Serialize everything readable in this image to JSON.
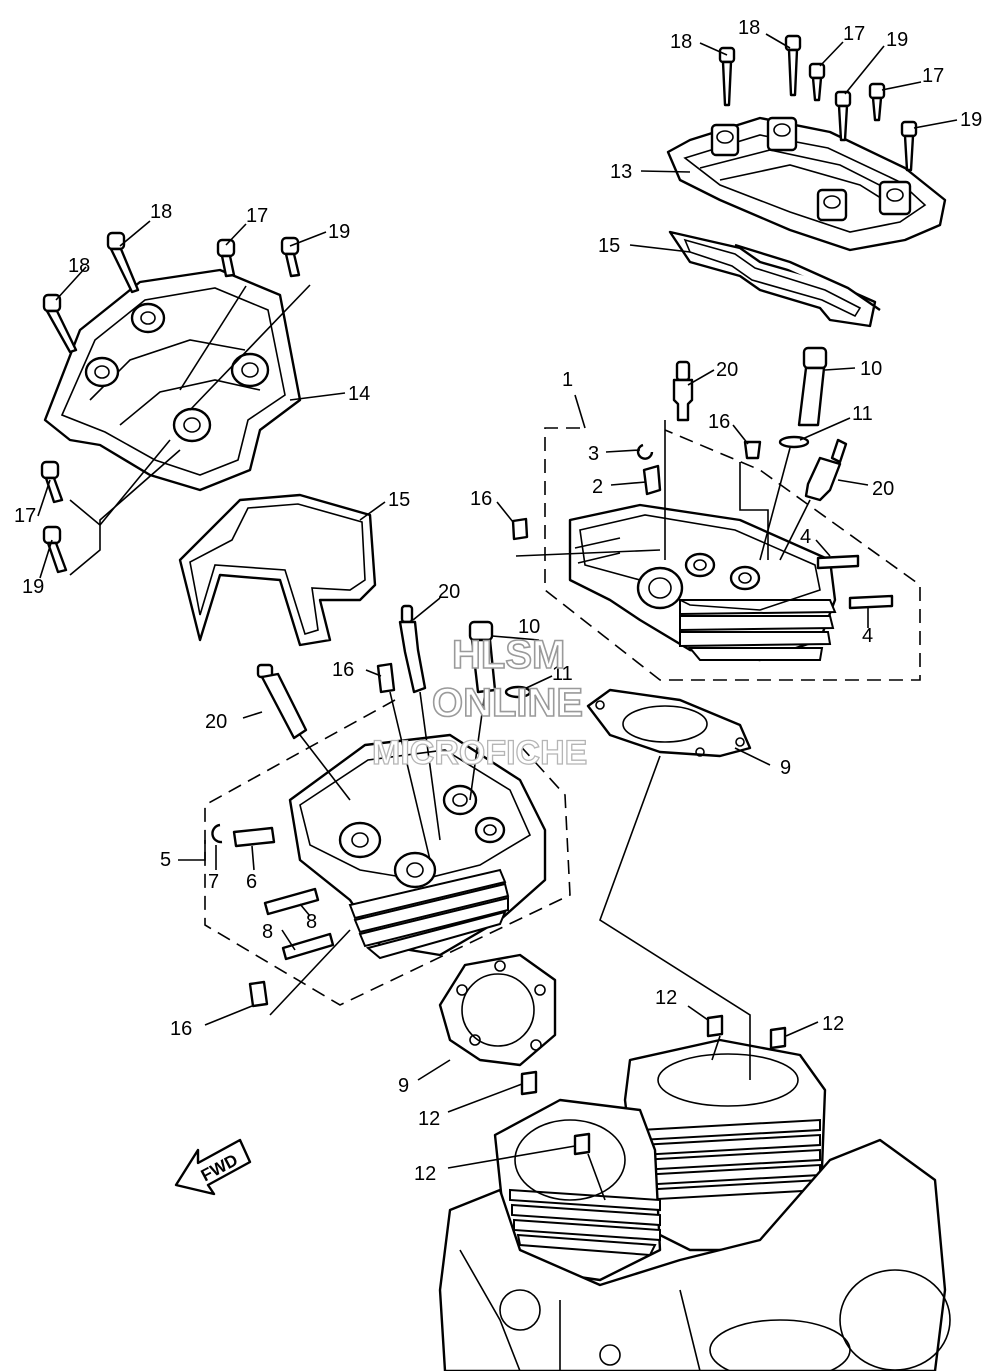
{
  "diagram": {
    "callouts": [
      {
        "id": "c18a",
        "label": "18"
      },
      {
        "id": "c18b",
        "label": "18"
      },
      {
        "id": "c17a",
        "label": "17"
      },
      {
        "id": "c19a",
        "label": "19"
      },
      {
        "id": "c17b",
        "label": "17"
      },
      {
        "id": "c19b",
        "label": "19"
      },
      {
        "id": "c13",
        "label": "13"
      },
      {
        "id": "c15a",
        "label": "15"
      },
      {
        "id": "c18c",
        "label": "18"
      },
      {
        "id": "c17c",
        "label": "17"
      },
      {
        "id": "c19c",
        "label": "19"
      },
      {
        "id": "c18d",
        "label": "18"
      },
      {
        "id": "c14",
        "label": "14"
      },
      {
        "id": "c17d",
        "label": "17"
      },
      {
        "id": "c19d",
        "label": "19"
      },
      {
        "id": "c15b",
        "label": "15"
      },
      {
        "id": "c1",
        "label": "1"
      },
      {
        "id": "c20a",
        "label": "20"
      },
      {
        "id": "c10a",
        "label": "10"
      },
      {
        "id": "c11a",
        "label": "11"
      },
      {
        "id": "c16a",
        "label": "16"
      },
      {
        "id": "c3",
        "label": "3"
      },
      {
        "id": "c2",
        "label": "2"
      },
      {
        "id": "c20b",
        "label": "20"
      },
      {
        "id": "c16b",
        "label": "16"
      },
      {
        "id": "c4a",
        "label": "4"
      },
      {
        "id": "c4b",
        "label": "4"
      },
      {
        "id": "c20c",
        "label": "20"
      },
      {
        "id": "c10b",
        "label": "10"
      },
      {
        "id": "c11b",
        "label": "11"
      },
      {
        "id": "c16c",
        "label": "16"
      },
      {
        "id": "c20d",
        "label": "20"
      },
      {
        "id": "c9a",
        "label": "9"
      },
      {
        "id": "c5",
        "label": "5"
      },
      {
        "id": "c7",
        "label": "7"
      },
      {
        "id": "c6",
        "label": "6"
      },
      {
        "id": "c8a",
        "label": "8"
      },
      {
        "id": "c8b",
        "label": "8"
      },
      {
        "id": "c16d",
        "label": "16"
      },
      {
        "id": "c12a",
        "label": "12"
      },
      {
        "id": "c12b",
        "label": "12"
      },
      {
        "id": "c9b",
        "label": "9"
      },
      {
        "id": "c12c",
        "label": "12"
      },
      {
        "id": "c12d",
        "label": "12"
      }
    ],
    "watermark": {
      "line1": "HLSM",
      "line2": "ONLINE",
      "line3": "MICROFICHE"
    },
    "direction_arrow": {
      "label": "FWD"
    }
  }
}
